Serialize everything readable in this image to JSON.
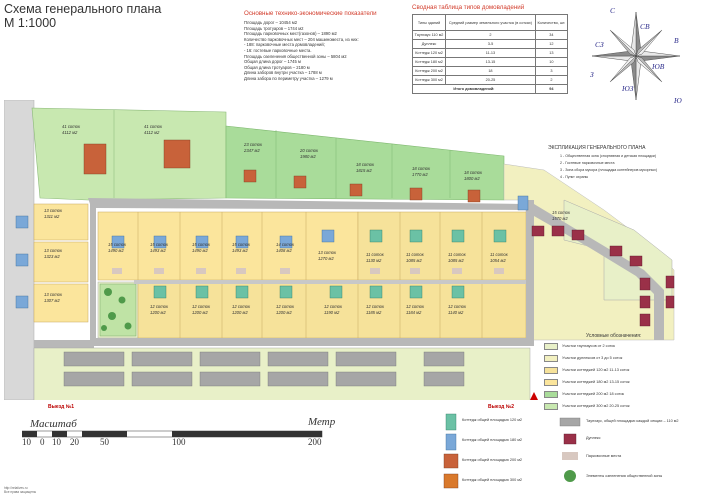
{
  "title": {
    "line1": "Схема генерального плана",
    "line2": "М 1:1000"
  },
  "teps": {
    "title": "Основные технико-экономические показатели",
    "lines": [
      "Площадь дорог – 10454 м2",
      "Площадь тротуаров – 1744 м2",
      "Площадь парковочных мест(газонов) – 1890 м2",
      "Количество парковочных мест – 204 машиноместа, из них:",
      "- 188: парковочные места домовладений;",
      "- 16: гостевые парковочные места.",
      "Площадь озеленения общественной зоны – 5804 м2",
      "Общая длина дорог – 1745 м",
      "Общая длина тротуаров – 2180 м",
      "Длина заборов внутри участка – 1788 м",
      "Длина забора по периметру участка – 1279 м"
    ]
  },
  "types_table": {
    "title": "Сводная таблица типов домовладений",
    "headers": [
      "Типы зданий",
      "Средний размер земельного участка (в сотках)",
      "Количество, шт."
    ],
    "rows": [
      [
        "Таунхаус 110 м2",
        "2",
        "34"
      ],
      [
        "Дуплекс",
        "3-5",
        "12"
      ],
      [
        "Коттедж 120 м2",
        "11-13",
        "13"
      ],
      [
        "Коттедж 180 м2",
        "13-15",
        "10"
      ],
      [
        "Коттедж 200 м2",
        "18",
        "3"
      ],
      [
        "Коттедж 300 м2",
        "20-25",
        "2"
      ]
    ],
    "total_label": "Итого домовладений:",
    "total_value": "94"
  },
  "compass": {
    "n": "С",
    "ne": "СВ",
    "e": "В",
    "se": "ЮВ",
    "s": "Ю",
    "sw": "ЮЗ",
    "w": "З",
    "nw": "СЗ"
  },
  "explication": {
    "title": "ЭКСПЛИКАЦИЯ ГЕНЕРАЛЬНОГО ПЛАНА",
    "items": [
      "1 - Общественная зона (спортивная и детская площадки)",
      "2 - Гостевые парковочные места",
      "3 - Зона сбора мусора (площадка контейнеров мусорных)",
      "4 - Пункт охраны"
    ]
  },
  "plots": {
    "p41a": {
      "label": "41 соток",
      "area": "4112 м2"
    },
    "p41b": {
      "label": "41 соток",
      "area": "4112 м2"
    },
    "p23": {
      "label": "23 соток",
      "area": "2347 м2"
    },
    "p20": {
      "label": "20 соток",
      "area": "1980 м2"
    },
    "p18a": {
      "label": "18 соток",
      "area": "1815 м2"
    },
    "p18b": {
      "label": "18 соток",
      "area": "1770 м2"
    },
    "p18c": {
      "label": "18 соток",
      "area": "1800 м2"
    },
    "l13a": {
      "label": "13 соток",
      "area": "1311 м2"
    },
    "l13b": {
      "label": "13 соток",
      "area": "1323 м2"
    },
    "l13c": {
      "label": "13 соток",
      "area": "1307 м2"
    },
    "r15a": {
      "label": "15 соток",
      "area": "1490 м2"
    },
    "r15b": {
      "label": "15 соток",
      "area": "1493 м2"
    },
    "r15c": {
      "label": "15 соток",
      "area": "1490 м2"
    },
    "r15d": {
      "label": "15 соток",
      "area": "1493 м2"
    },
    "r14": {
      "label": "14 соток",
      "area": "1408 м2"
    },
    "r13": {
      "label": "13 соток",
      "area": "1270 м2"
    },
    "r11a": {
      "label": "11 соток",
      "area": "1130 м2"
    },
    "r11b": {
      "label": "11 соток",
      "area": "1085 м2"
    },
    "r11c": {
      "label": "11 соток",
      "area": "1085 м2"
    },
    "r11d": {
      "label": "11 соток",
      "area": "1054 м2"
    },
    "b12a": {
      "label": "12 соток",
      "area": "1200 м2"
    },
    "b12b": {
      "label": "12 соток",
      "area": "1200 м2"
    },
    "b12c": {
      "label": "12 соток",
      "area": "1200 м2"
    },
    "b12d": {
      "label": "12 соток",
      "area": "1200 м2"
    },
    "b12e": {
      "label": "12 соток",
      "area": "1190 м2"
    },
    "b12f": {
      "label": "12 соток",
      "area": "1185 м2"
    },
    "b12g": {
      "label": "12 соток",
      "area": "1184 м2"
    },
    "b12h": {
      "label": "12 соток",
      "area": "1140 м2"
    },
    "e15": {
      "label": "15 соток",
      "area": "1570 м2"
    }
  },
  "exits": {
    "exit1": "Выезд №1",
    "exit2": "Выезд №2"
  },
  "zone_legend": {
    "title": "Условные обозначения:",
    "items": [
      {
        "label": "Участки таунхаусов от 2 соток",
        "color": "#e8f0c8"
      },
      {
        "label": "Участки дуплексов от 3 до 5 соток",
        "color": "#f2f0c0"
      },
      {
        "label": "Участки коттеджей 120 м2 11-13 соток",
        "color": "#f6e29a"
      },
      {
        "label": "Участки коттеджей 180 м2 13-15 соток",
        "color": "#fbe59c"
      },
      {
        "label": "Участки коттеджей 200 м2 18 соток",
        "color": "#a9dc9a"
      },
      {
        "label": "Участки коттеджей 300 м2 20-25 соток",
        "color": "#c8e8b0"
      }
    ]
  },
  "building_legend": {
    "items": [
      {
        "label": "Коттедж общей площадью 120 м2",
        "color": "#6bc1a5"
      },
      {
        "label": "Коттедж общей площадью 180 м2",
        "color": "#7aa8d8"
      },
      {
        "label": "Коттедж общей площадью 200 м2",
        "color": "#c8623a"
      },
      {
        "label": "Коттедж общей площадью 300 м2",
        "color": "#d9792c"
      },
      {
        "label": "Таунхаус, общей площадью каждой секции – 110 м2",
        "color": "#a6a6a6"
      },
      {
        "label": "Дуплекс",
        "color": "#9a3048"
      },
      {
        "label": "Парковочные места",
        "color": "#d8c8c0"
      },
      {
        "label": "Элементы озеленения общественной зоны",
        "color": "#4f9a4a"
      }
    ]
  },
  "scale": {
    "label_left": "Масштаб",
    "label_right": "Метр",
    "ticks": [
      "10",
      "0",
      "10",
      "20",
      "50",
      "100",
      "200"
    ]
  },
  "credits": {
    "line1": "http://relatives.ru",
    "line2": "Все права защищены"
  }
}
